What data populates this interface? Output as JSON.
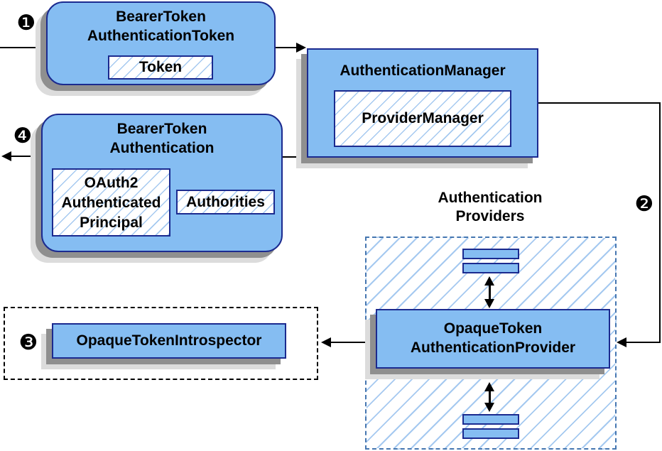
{
  "markers": {
    "step1": "❶",
    "step2": "❷",
    "step3": "❸",
    "step4": "❹"
  },
  "nodes": {
    "bearer_token_authentication_token": {
      "line1": "BearerToken",
      "line2": "AuthenticationToken",
      "token_chip": "Token"
    },
    "authentication_manager": {
      "title": "AuthenticationManager",
      "provider_manager_chip": "ProviderManager"
    },
    "bearer_token_authentication": {
      "line1": "BearerToken",
      "line2": "Authentication",
      "principal_chip_line1": "OAuth2",
      "principal_chip_line2": "Authenticated",
      "principal_chip_line3": "Principal",
      "authorities_chip": "Authorities"
    },
    "authentication_providers": {
      "label_line1": "Authentication",
      "label_line2": "Providers"
    },
    "opaque_token_authentication_provider": {
      "line1": "OpaqueToken",
      "line2": "AuthenticationProvider"
    },
    "opaque_token_introspector": {
      "title": "OpaqueTokenIntrospector"
    }
  },
  "colors": {
    "node_fill": "#85BDF2",
    "node_border": "#1B2A8F",
    "hatch_line": "#A5C9F0",
    "providers_dashed_border": "#4576B0",
    "introspector_dashed_border": "#000000",
    "shadow_dark": "#8F8F8F",
    "shadow_light": "#DCDCDC",
    "arrow": "#000000",
    "text": "#000000",
    "background": "#FFFFFF"
  }
}
